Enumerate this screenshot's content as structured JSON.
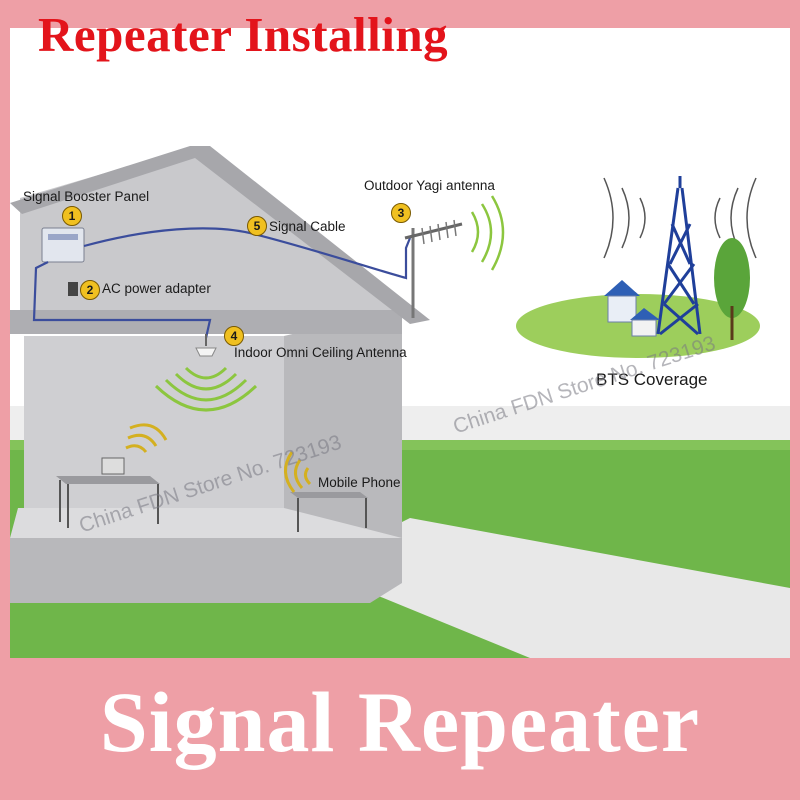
{
  "header": {
    "title": "Repeater Installing"
  },
  "footer": {
    "title": "Signal Repeater"
  },
  "labels": {
    "signal_booster_panel": "Signal Booster Panel",
    "ac_power_adapter": "AC power adapter",
    "outdoor_yagi_antenna": "Outdoor Yagi antenna",
    "indoor_omni_antenna": "Indoor Omni Ceiling Antenna",
    "signal_cable": "Signal Cable",
    "mobile_phone": "Mobile Phone",
    "bts_coverage": "BTS Coverage"
  },
  "steps": {
    "one": "1",
    "two": "2",
    "three": "3",
    "four": "4",
    "five": "5"
  },
  "watermark": {
    "text": "China FDN Store No. 723193"
  },
  "colors": {
    "background": "#ee9fa6",
    "title_red": "#e3141b",
    "house_wall": "#c3c3c6",
    "grass": "#6fb64a",
    "signal_green": "#8cc63f",
    "tower_blue": "#1f3f9a",
    "cable": "#3b4d9c"
  }
}
